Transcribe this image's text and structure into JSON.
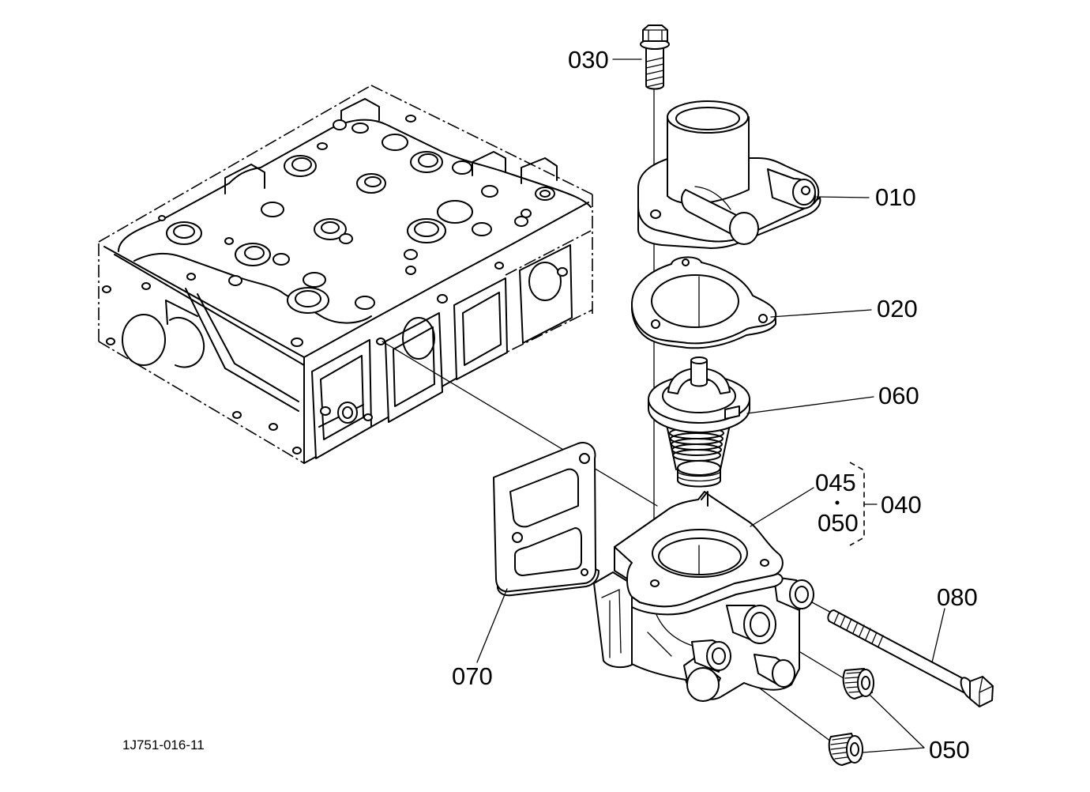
{
  "diagram": {
    "drawing_code": "1J751-016-11",
    "callouts": {
      "part_030": "030",
      "part_010": "010",
      "part_020": "020",
      "part_060": "060",
      "part_045": "045",
      "part_050_set": "050",
      "part_040": "040",
      "part_080": "080",
      "part_070": "070",
      "part_050": "050"
    }
  },
  "colors": {
    "line": "#000000",
    "background": "#ffffff"
  }
}
